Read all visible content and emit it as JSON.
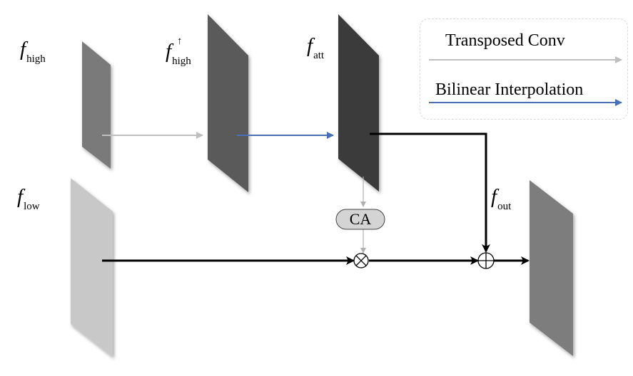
{
  "labels": {
    "f_high": {
      "symbol": "f",
      "sub": "high"
    },
    "f_high_up": {
      "symbol": "f",
      "sub": "high",
      "sup": "↑"
    },
    "f_att": {
      "symbol": "f",
      "sub": "att"
    },
    "f_low": {
      "symbol": "f",
      "sub": "low"
    },
    "f_out": {
      "symbol": "f",
      "sub": "out"
    }
  },
  "ca_block": {
    "label": "CA"
  },
  "operators": {
    "multiply": "×",
    "add": "+"
  },
  "legend": {
    "transposed_conv": {
      "label": "Transposed Conv",
      "color": "#bfbfbf"
    },
    "bilinear": {
      "label": "Bilinear Interpolation",
      "color": "#4a6fb5"
    }
  },
  "colors": {
    "feature_high": "#7a7a7a",
    "feature_high_up": "#5a5a5a",
    "feature_att": "#3b3b3b",
    "feature_low": "#c8c8c8",
    "feature_out": "#7d7d7d",
    "main_path": "#000000",
    "ca_path": "#b0b0b0"
  }
}
